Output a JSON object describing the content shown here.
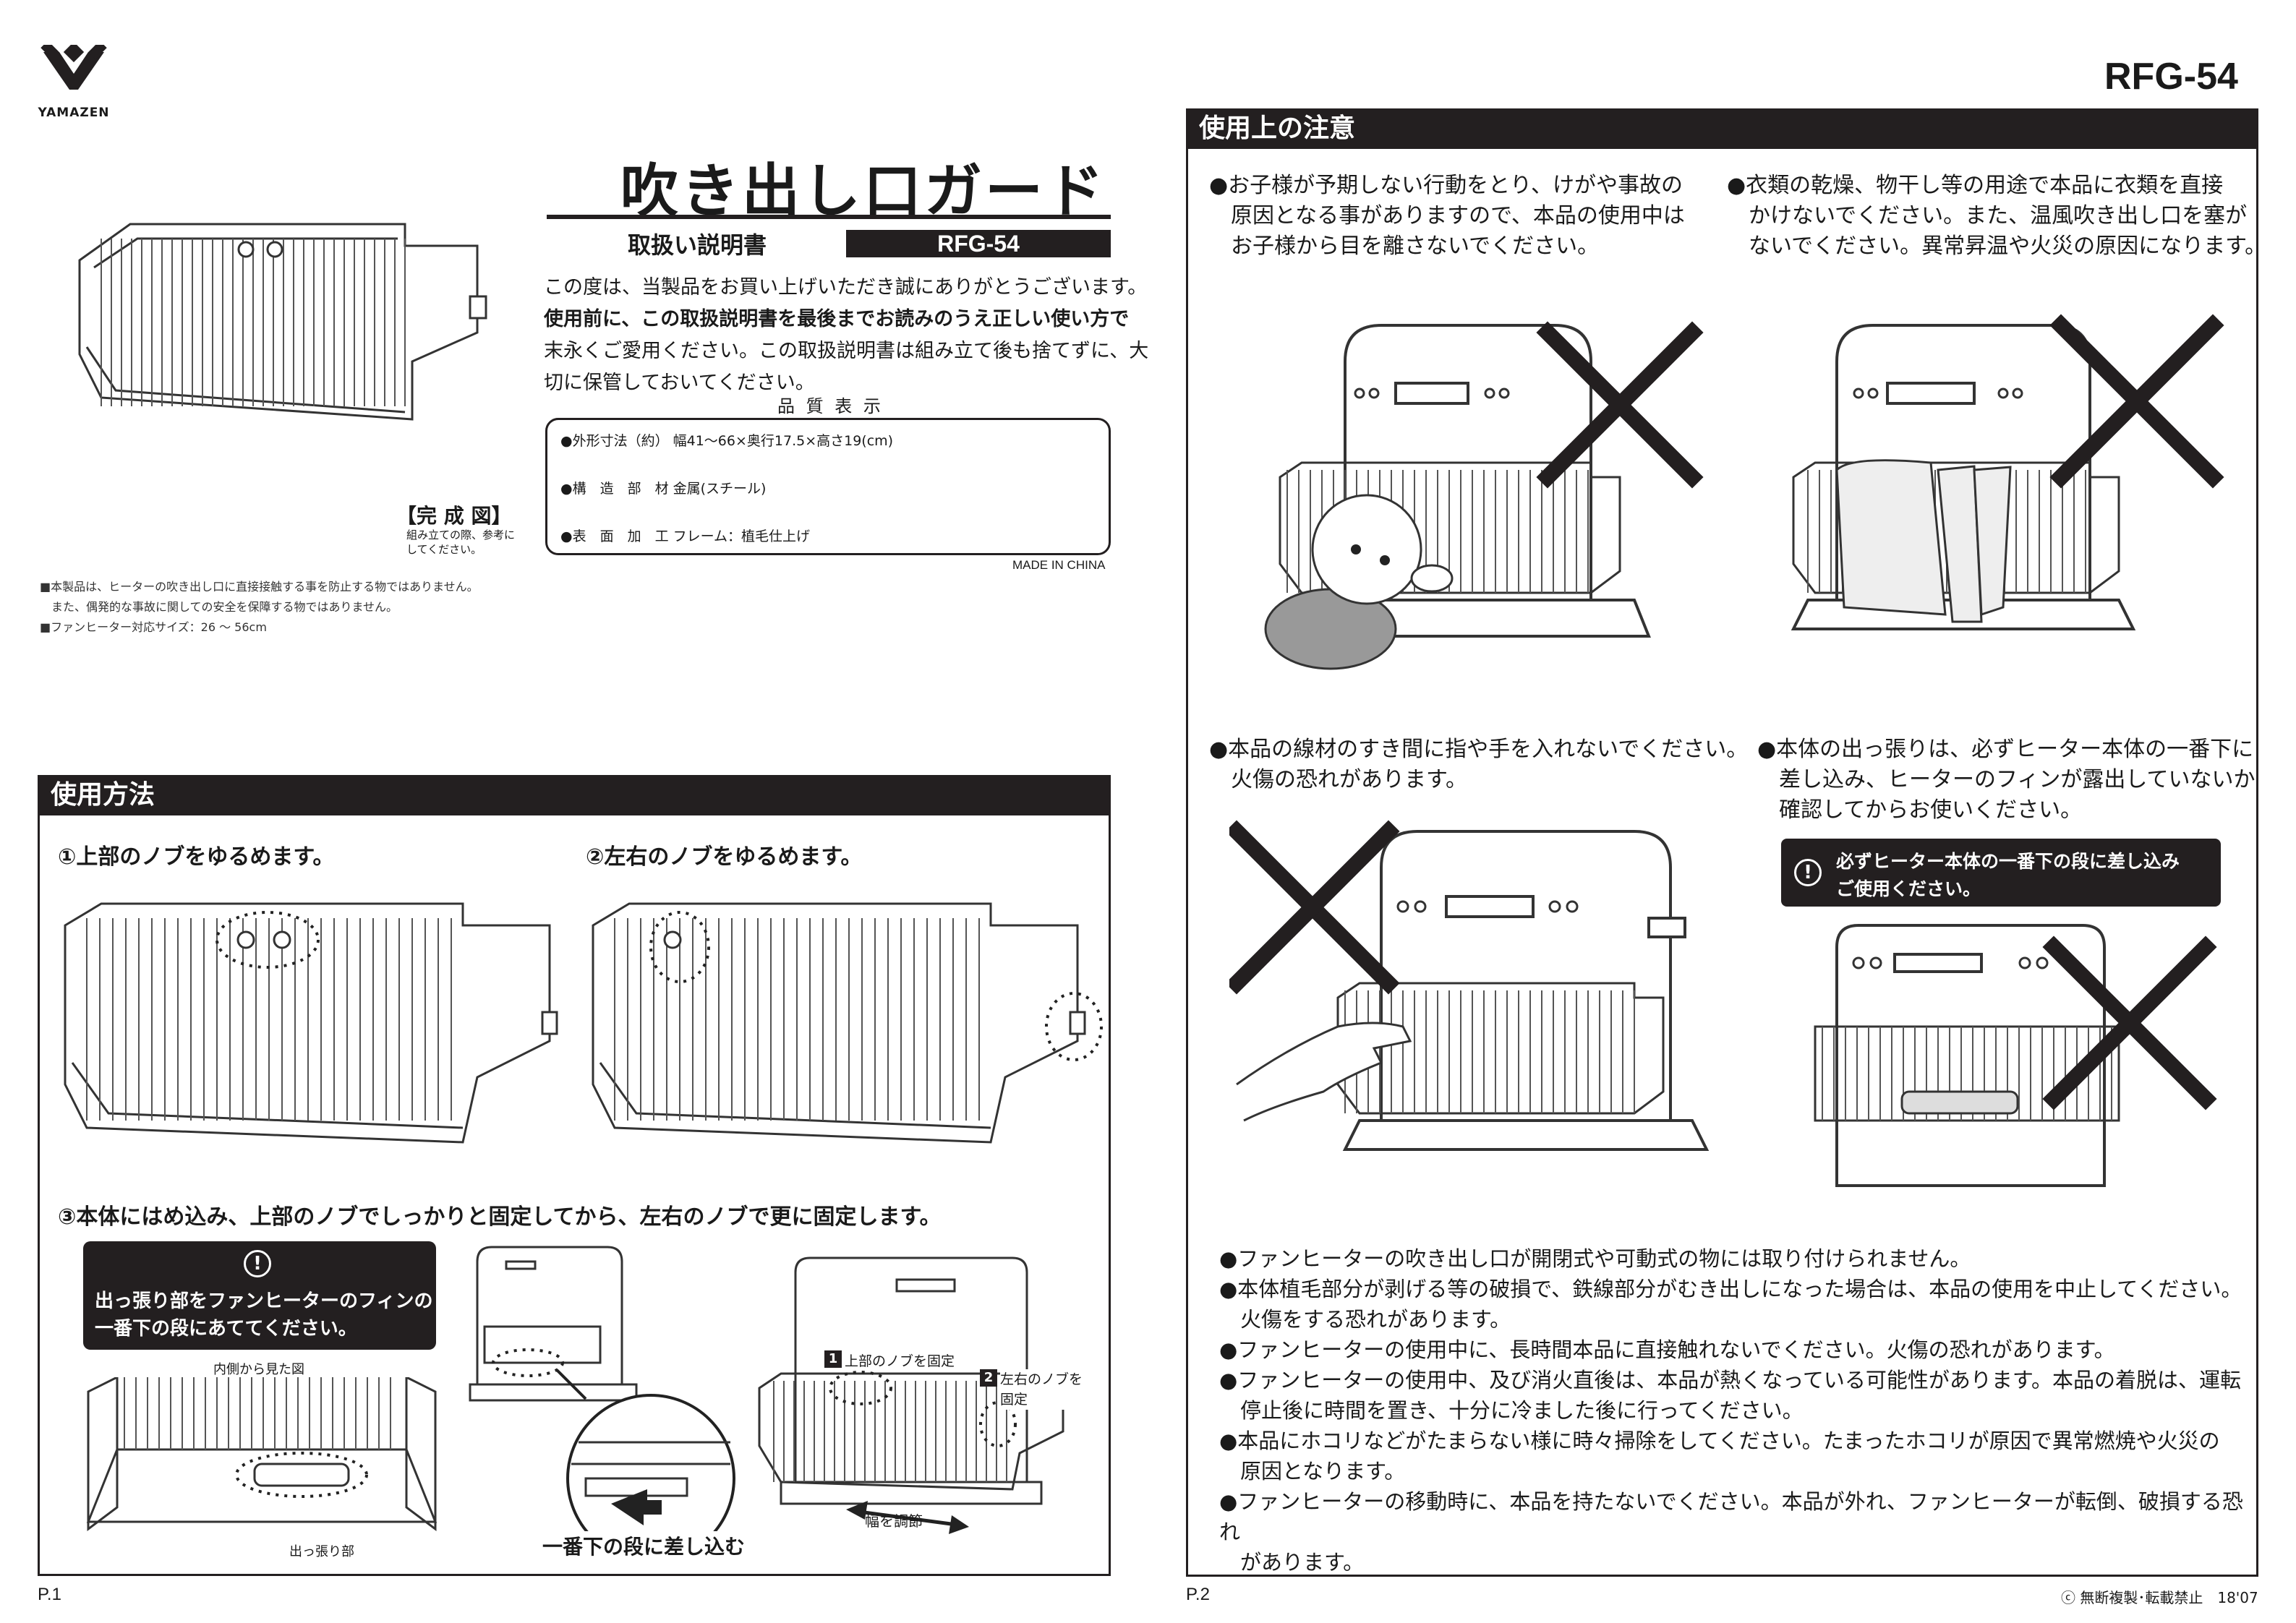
{
  "brand": {
    "name": "YAMAZEN"
  },
  "model": "RFG-54",
  "p1": {
    "title": "吹き出し口ガード",
    "manual_label": "取扱い説明書",
    "model_box": "RFG-54",
    "intro": [
      "この度は、当製品をお買い上げいただき誠にありがとうございます。",
      "使用前に、この取扱説明書を最後までお読みのうえ正しい使い方で",
      "末永くご愛用ください。この取扱説明書は組み立て後も捨てずに、大",
      "切に保管しておいてください。"
    ],
    "quality_title": "品 質 表 示",
    "quality": [
      "●外形寸法（約） 幅41～66×奥行17.5×高さ19(cm)",
      "●構　造　部　材  金属(スチール)",
      "●表　面　加　工  フレーム：植毛仕上げ"
    ],
    "made_in": "MADE IN CHINA",
    "complete_label": "【完 成 図】",
    "complete_note": [
      "組み立ての際、参考に",
      "してください。"
    ],
    "notes": [
      "■本製品は、ヒーターの吹き出し口に直接接触する事を防止する物ではありません。",
      "　また、偶発的な事故に関しての安全を保障する物ではありません。",
      "■ファンヒーター対応サイズ：26 ～ 56cm"
    ],
    "usage": {
      "header": "使用方法",
      "step1": "①上部のノブをゆるめます。",
      "step2": "②左右のノブをゆるめます。",
      "step3": "③本体にはめ込み、上部のノブでしっかりと固定してから、左右のノブで更に固定します。",
      "warn_lines": [
        "出っ張り部をファンヒーターのフィンの",
        "一番下の段にあててください。"
      ],
      "inside_view": "内側から見た図",
      "protrusion": "出っ張り部",
      "insert_label": "一番下の段に差し込む",
      "fix_top_num": "1",
      "fix_top": "上部のノブを固定",
      "fix_side_num": "2",
      "fix_side": [
        "左右のノブを",
        "固定"
      ],
      "adjust_width": "幅を調節"
    },
    "page": "P.1"
  },
  "p2": {
    "header": "使用上の注意",
    "c1": [
      "●お子様が予期しない行動をとり、けがや事故の",
      "原因となる事がありますので、本品の使用中は",
      "お子様から目を離さないでください。"
    ],
    "c2": [
      "●衣類の乾燥、物干し等の用途で本品に衣類を直接",
      "かけないでください。また、温風吹き出し口を塞が",
      "ないでください。異常昇温や火災の原因になります。"
    ],
    "c3": [
      "●本品の線材のすき間に指や手を入れないでください。",
      "火傷の恐れがあります。"
    ],
    "c4": [
      "●本体の出っ張りは、必ずヒーター本体の一番下に",
      "差し込み、ヒーターのフィンが露出していないか",
      "確認してからお使いください。"
    ],
    "warn_lines": [
      "必ずヒーター本体の一番下の段に差し込み",
      "ご使用ください。"
    ],
    "bullets": [
      "●ファンヒーターの吹き出し口が開閉式や可動式の物には取り付けられません。",
      "●本体植毛部分が剥げる等の破損で、鉄線部分がむき出しになった場合は、本品の使用を中止してください。",
      "　火傷をする恐れがあります。",
      "●ファンヒーターの使用中に、長時間本品に直接触れないでください。火傷の恐れがあります。",
      "●ファンヒーターの使用中、及び消火直後は、本品が熱くなっている可能性があります。本品の着脱は、運転",
      "　停止後に時間を置き、十分に冷ました後に行ってください。",
      "●本品にホコリなどがたまらない様に時々掃除をしてください。たまったホコリが原因で異常燃焼や火災の",
      "　原因となります。",
      "●ファンヒーターの移動時に、本品を持たないでください。本品が外れ、ファンヒーターが転倒、破損する恐れ",
      "　があります。"
    ],
    "page": "P.2",
    "copyright": "ⓒ 無断複製･転載禁止　18'07"
  }
}
